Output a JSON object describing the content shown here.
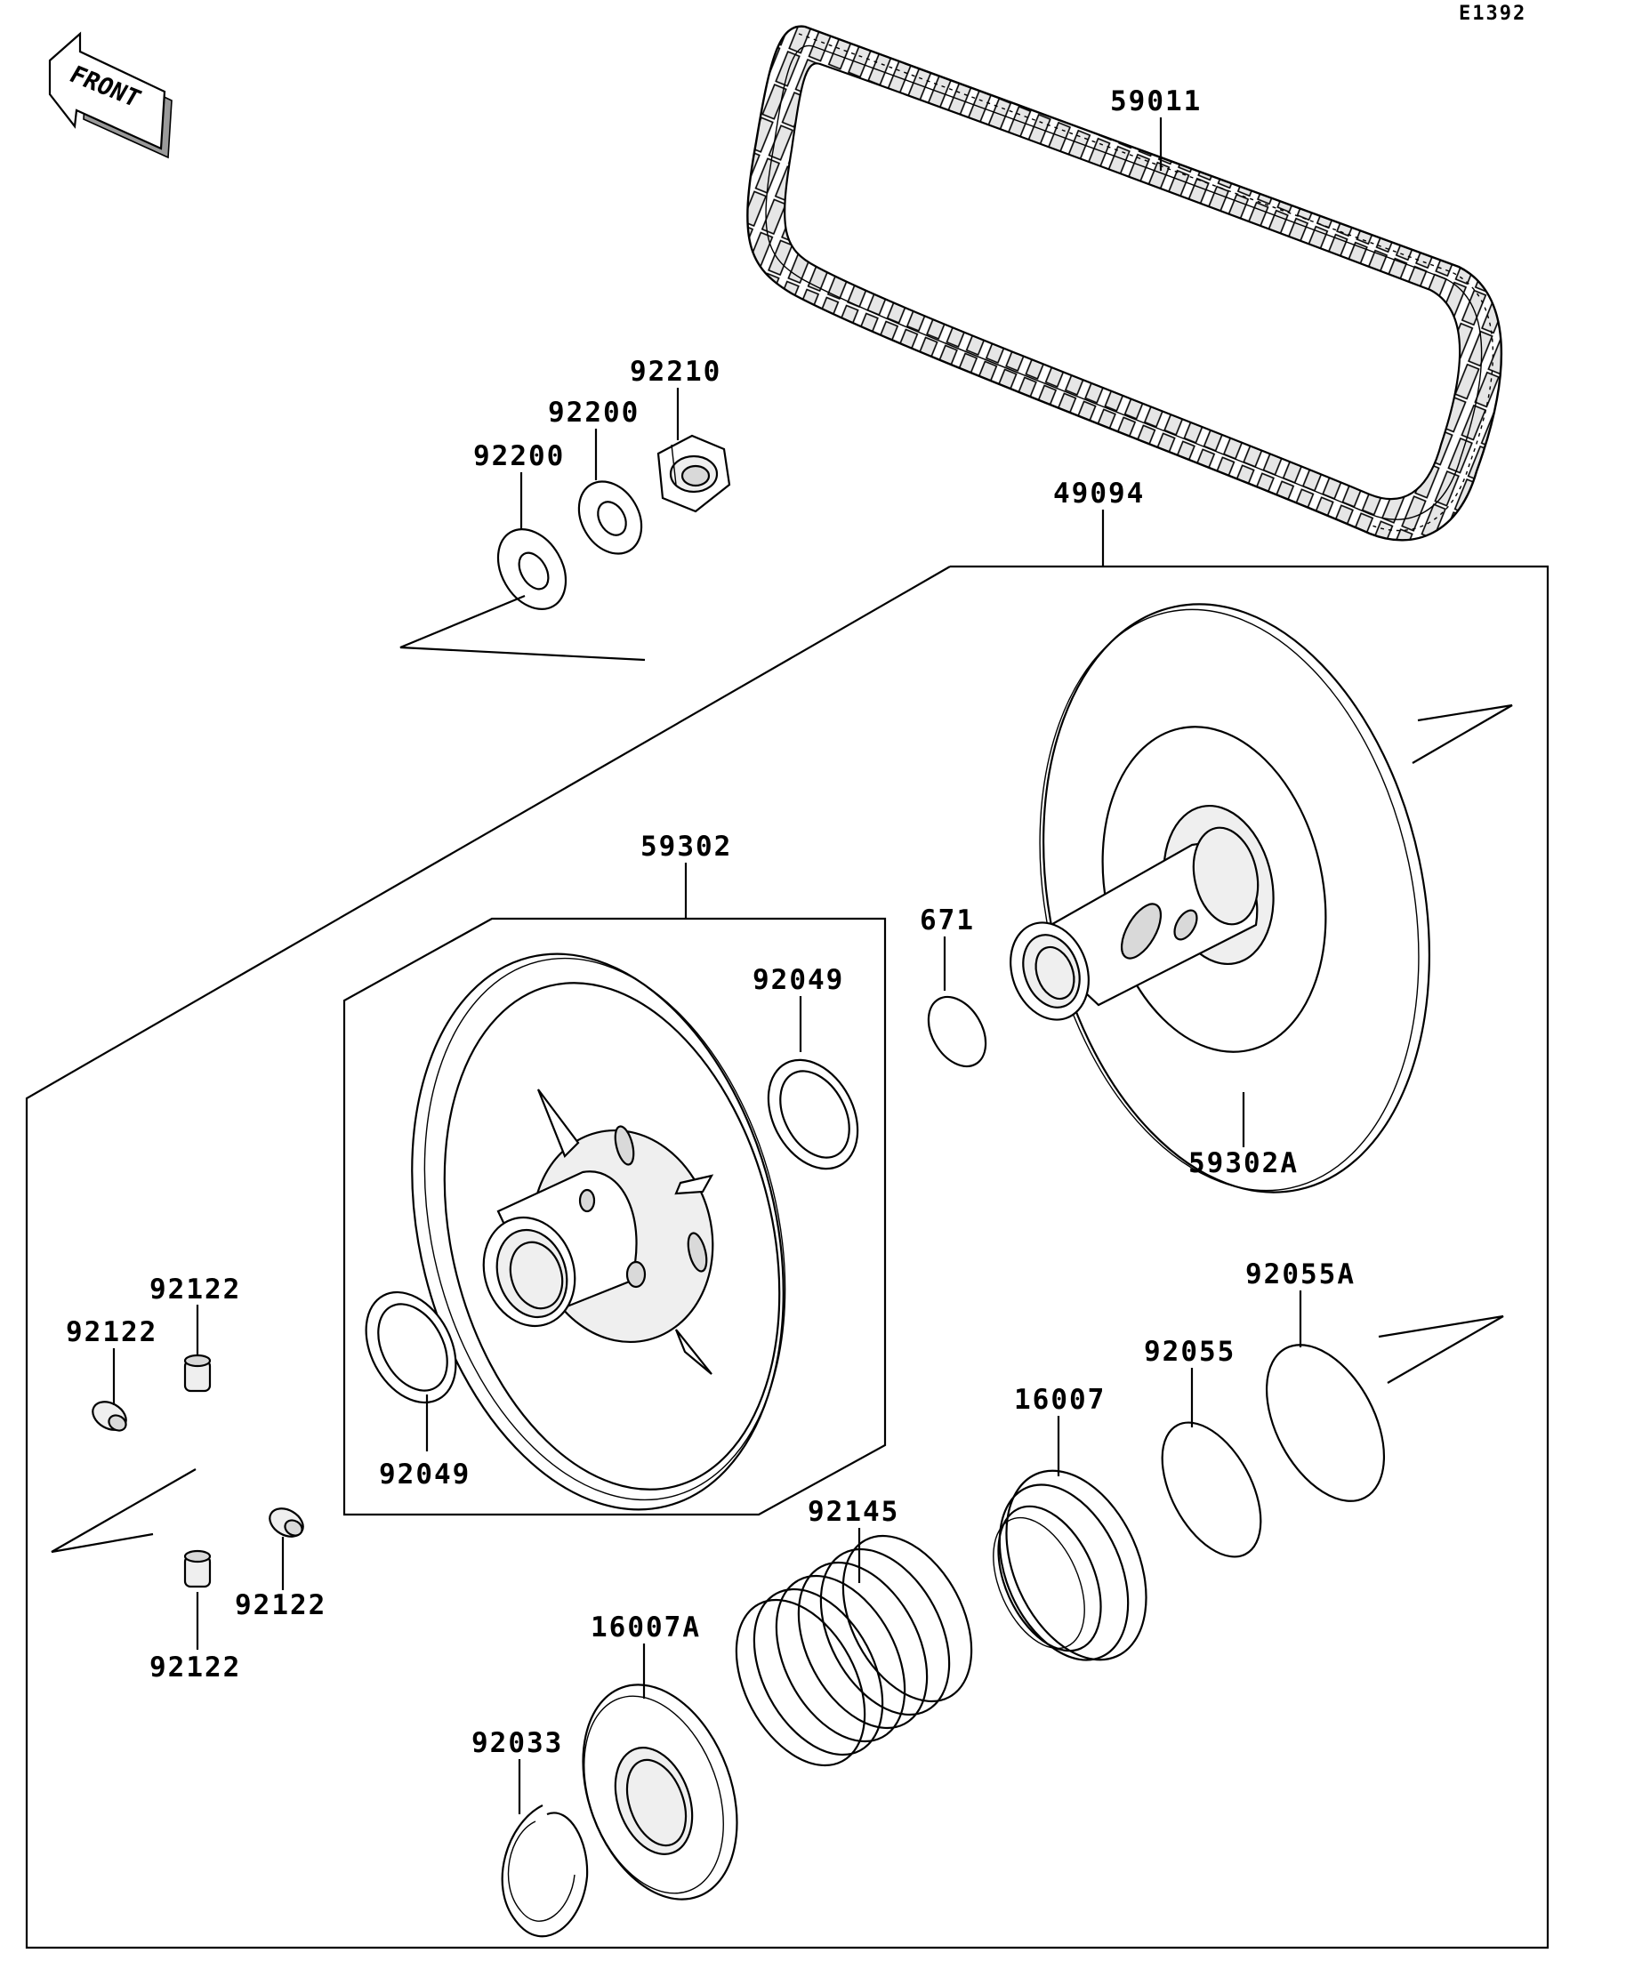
{
  "diagram_ref": "E1392",
  "front_indicator": "FRONT",
  "parts": {
    "drive_belt": "59011",
    "nut": "92210",
    "washer_1": "92200",
    "washer_2": "92200",
    "driven_pulley_assembly": "49094",
    "sheave_assembly": "59302",
    "fixed_sheave": "59302A",
    "o_ring": "671",
    "bushing_upper": "92049",
    "bushing_lower": "92049",
    "weight_1": "92122",
    "weight_2": "92122",
    "weight_3": "92122",
    "weight_4": "92122",
    "ring_a": "92055A",
    "ring": "92055",
    "cam": "16007",
    "spring": "92145",
    "spring_seat": "16007A",
    "circlip": "92033"
  }
}
